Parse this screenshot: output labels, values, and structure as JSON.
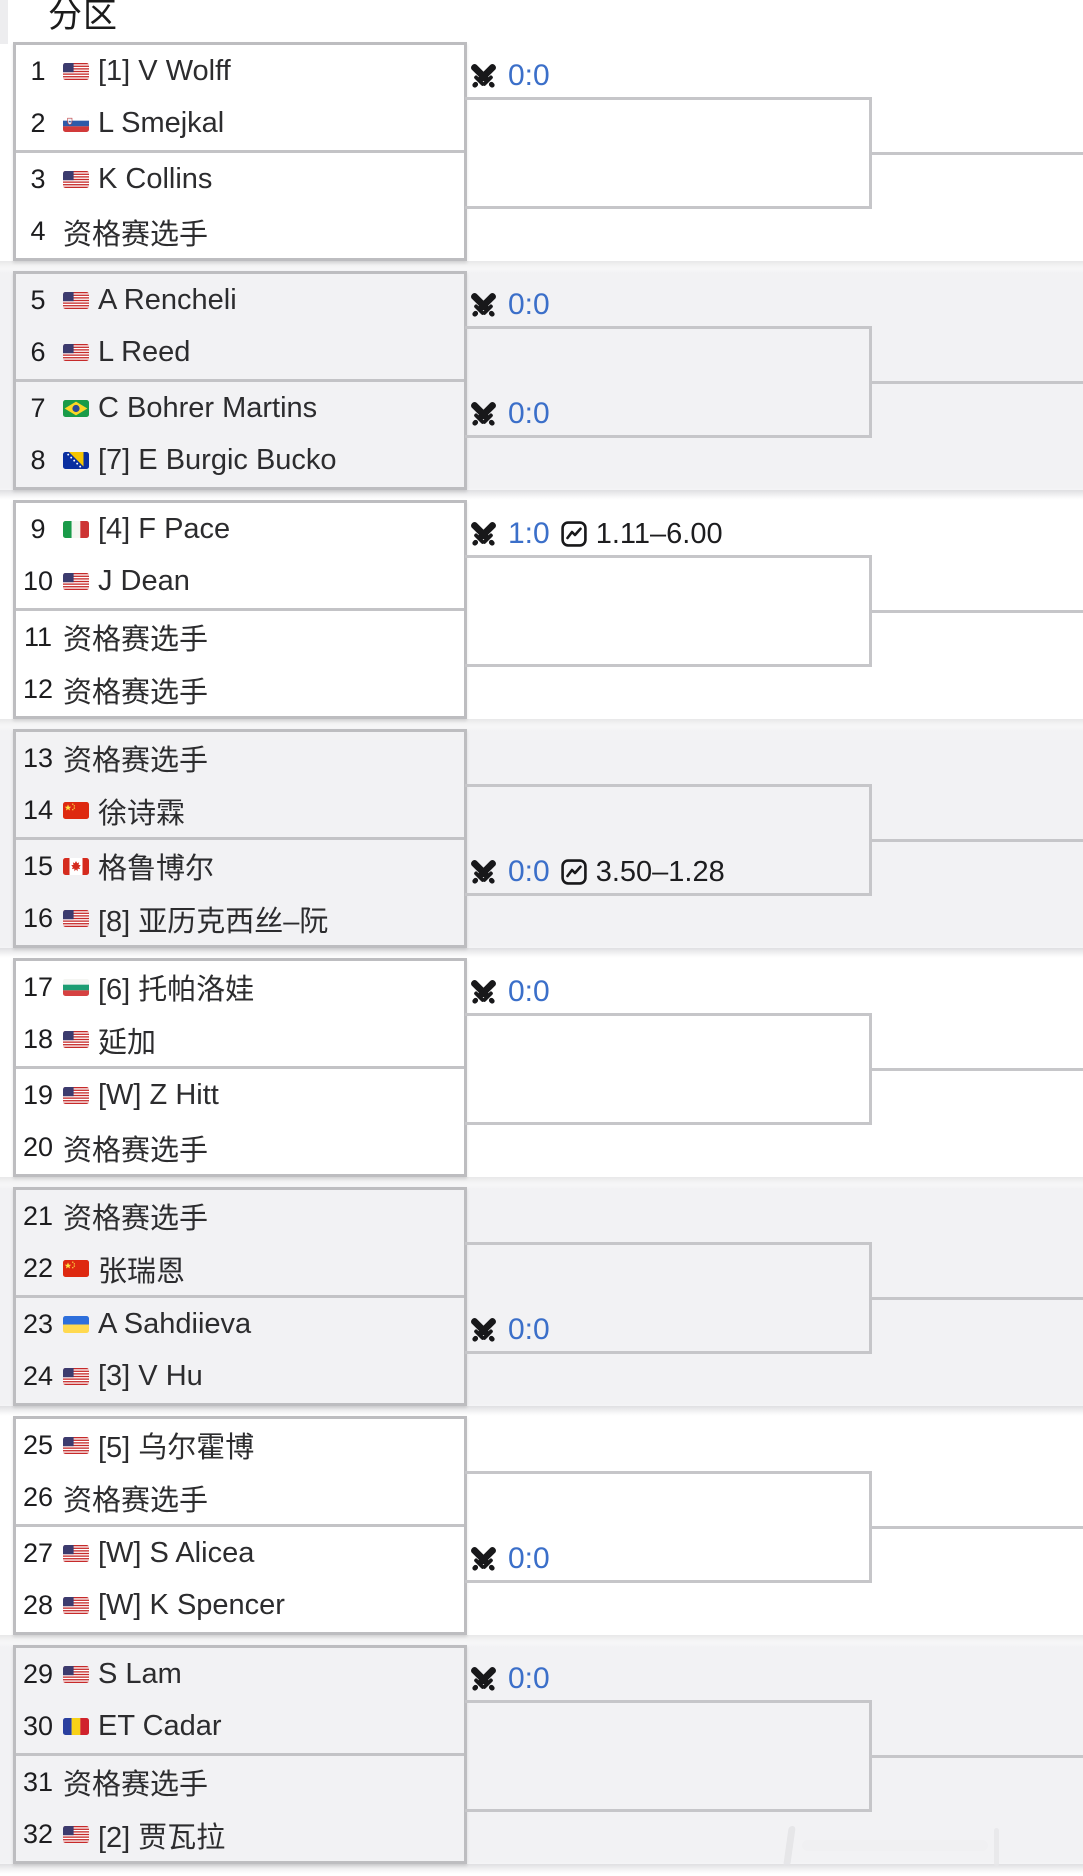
{
  "header": {
    "title": "分区"
  },
  "colors": {
    "score_blue": "#3b6fc9",
    "line_gray": "#c6c6c9",
    "border_gray": "#bdbdc0",
    "band_gray": "#f2f2f4",
    "icon_black": "#18181a"
  },
  "bracket": {
    "groups": [
      {
        "players": [
          {
            "num": "1",
            "country": "us",
            "seed": "1",
            "name": "V Wolff"
          },
          {
            "num": "2",
            "country": "si",
            "name": "L Smejkal"
          },
          {
            "num": "3",
            "country": "us",
            "name": "K Collins"
          },
          {
            "num": "4",
            "qualifier": true,
            "name": "资格赛选手"
          }
        ],
        "matches": [
          {
            "score": "0:0"
          },
          {}
        ]
      },
      {
        "players": [
          {
            "num": "5",
            "country": "us",
            "name": "A Rencheli"
          },
          {
            "num": "6",
            "country": "us",
            "name": "L Reed"
          },
          {
            "num": "7",
            "country": "br",
            "name": "C Bohrer Martins"
          },
          {
            "num": "8",
            "country": "ba",
            "seed": "7",
            "name": "E Burgic Bucko"
          }
        ],
        "matches": [
          {
            "score": "0:0"
          },
          {
            "score": "0:0"
          }
        ]
      },
      {
        "players": [
          {
            "num": "9",
            "country": "it",
            "seed": "4",
            "name": "F Pace"
          },
          {
            "num": "10",
            "country": "us",
            "name": "J Dean"
          },
          {
            "num": "11",
            "qualifier": true,
            "name": "资格赛选手"
          },
          {
            "num": "12",
            "qualifier": true,
            "name": "资格赛选手"
          }
        ],
        "matches": [
          {
            "score": "1:0",
            "odds": "1.11–6.00"
          },
          {}
        ]
      },
      {
        "players": [
          {
            "num": "13",
            "qualifier": true,
            "name": "资格赛选手"
          },
          {
            "num": "14",
            "country": "cn",
            "name": "徐诗霖"
          },
          {
            "num": "15",
            "country": "ca",
            "name": "格鲁博尔"
          },
          {
            "num": "16",
            "country": "us",
            "seed": "8",
            "name": "亚历克西丝–阮"
          }
        ],
        "matches": [
          {},
          {
            "score": "0:0",
            "odds": "3.50–1.28"
          }
        ]
      },
      {
        "players": [
          {
            "num": "17",
            "country": "bg",
            "seed": "6",
            "name": "托帕洛娃"
          },
          {
            "num": "18",
            "country": "us",
            "name": "延加"
          },
          {
            "num": "19",
            "country": "us",
            "seed": "W",
            "name": "Z Hitt"
          },
          {
            "num": "20",
            "qualifier": true,
            "name": "资格赛选手"
          }
        ],
        "matches": [
          {
            "score": "0:0"
          },
          {}
        ]
      },
      {
        "players": [
          {
            "num": "21",
            "qualifier": true,
            "name": "资格赛选手"
          },
          {
            "num": "22",
            "country": "cn",
            "name": "张瑞恩"
          },
          {
            "num": "23",
            "country": "ua",
            "name": "A Sahdiieva"
          },
          {
            "num": "24",
            "country": "us",
            "seed": "3",
            "name": "V Hu"
          }
        ],
        "matches": [
          {},
          {
            "score": "0:0"
          }
        ]
      },
      {
        "players": [
          {
            "num": "25",
            "country": "us",
            "seed": "5",
            "name": "乌尔霍博"
          },
          {
            "num": "26",
            "qualifier": true,
            "name": "资格赛选手"
          },
          {
            "num": "27",
            "country": "us",
            "seed": "W",
            "name": "S Alicea"
          },
          {
            "num": "28",
            "country": "us",
            "seed": "W",
            "name": "K Spencer"
          }
        ],
        "matches": [
          {},
          {
            "score": "0:0"
          }
        ]
      },
      {
        "players": [
          {
            "num": "29",
            "country": "us",
            "name": "S Lam"
          },
          {
            "num": "30",
            "country": "ro",
            "name": "ET Cadar"
          },
          {
            "num": "31",
            "qualifier": true,
            "name": "资格赛选手"
          },
          {
            "num": "32",
            "country": "us",
            "seed": "2",
            "name": "贾瓦拉"
          }
        ],
        "matches": [
          {
            "score": "0:0"
          },
          {}
        ]
      }
    ]
  }
}
